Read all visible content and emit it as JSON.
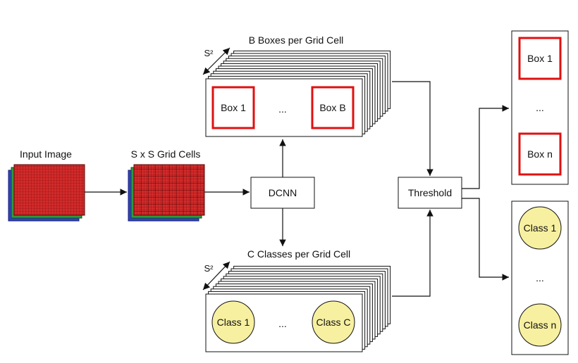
{
  "labels": {
    "input_image": "Input Image",
    "grid_cells": "S x S Grid Cells",
    "dcnn": "DCNN",
    "threshold": "Threshold",
    "boxes_per_cell": "B Boxes per Grid Cell",
    "classes_per_cell": "C Classes per Grid Cell",
    "s_squared": "S²",
    "ellipsis": "..."
  },
  "box_stack": {
    "first": "Box 1",
    "last": "Box B"
  },
  "class_stack": {
    "first": "Class 1",
    "last": "Class C"
  },
  "box_output": {
    "first": "Box 1",
    "last": "Box n"
  },
  "class_output": {
    "first": "Class 1",
    "last": "Class n"
  },
  "colors": {
    "red_cells": "#d22a2a",
    "green_layer": "#2e9a3a",
    "blue_layer": "#3040c8",
    "box_border": "#e01010",
    "class_fill": "#f7f0a0",
    "line": "#111111"
  }
}
